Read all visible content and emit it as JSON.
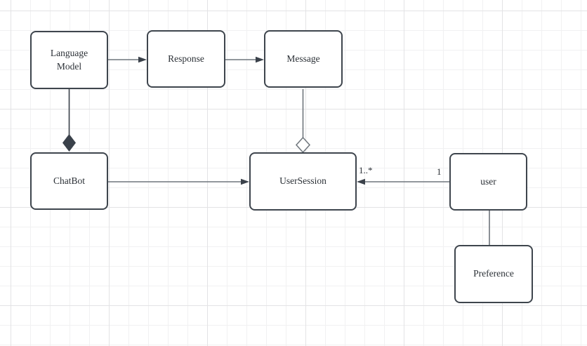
{
  "diagram": {
    "type": "uml-class-diagram",
    "nodes": [
      {
        "id": "language-model",
        "label": "Language Model"
      },
      {
        "id": "response",
        "label": "Response"
      },
      {
        "id": "message",
        "label": "Message"
      },
      {
        "id": "chatbot",
        "label": "ChatBot"
      },
      {
        "id": "user-session",
        "label": "UserSession"
      },
      {
        "id": "user",
        "label": "user"
      },
      {
        "id": "preference",
        "label": "Preference"
      }
    ],
    "edges": [
      {
        "from": "language-model",
        "to": "response",
        "type": "directed-arrow"
      },
      {
        "from": "response",
        "to": "message",
        "type": "directed-arrow"
      },
      {
        "from": "language-model",
        "to": "chatbot",
        "type": "composition-filled-diamond"
      },
      {
        "from": "message",
        "to": "user-session",
        "type": "aggregation-hollow-diamond"
      },
      {
        "from": "chatbot",
        "to": "user-session",
        "type": "directed-arrow"
      },
      {
        "from": "user",
        "to": "user-session",
        "type": "directed-arrow",
        "source_label": "1",
        "target_label": "1..*"
      },
      {
        "from": "user",
        "to": "preference",
        "type": "plain-line"
      }
    ]
  },
  "colors": {
    "background": "#ffffff",
    "grid_minor": "#f1f1f2",
    "grid_major": "#e3e3e5",
    "node_border": "#3e454d",
    "node_fill": "#ffffff",
    "text": "#2b3036",
    "connector": "#6e757c",
    "marker_fill": "#3a414a"
  }
}
